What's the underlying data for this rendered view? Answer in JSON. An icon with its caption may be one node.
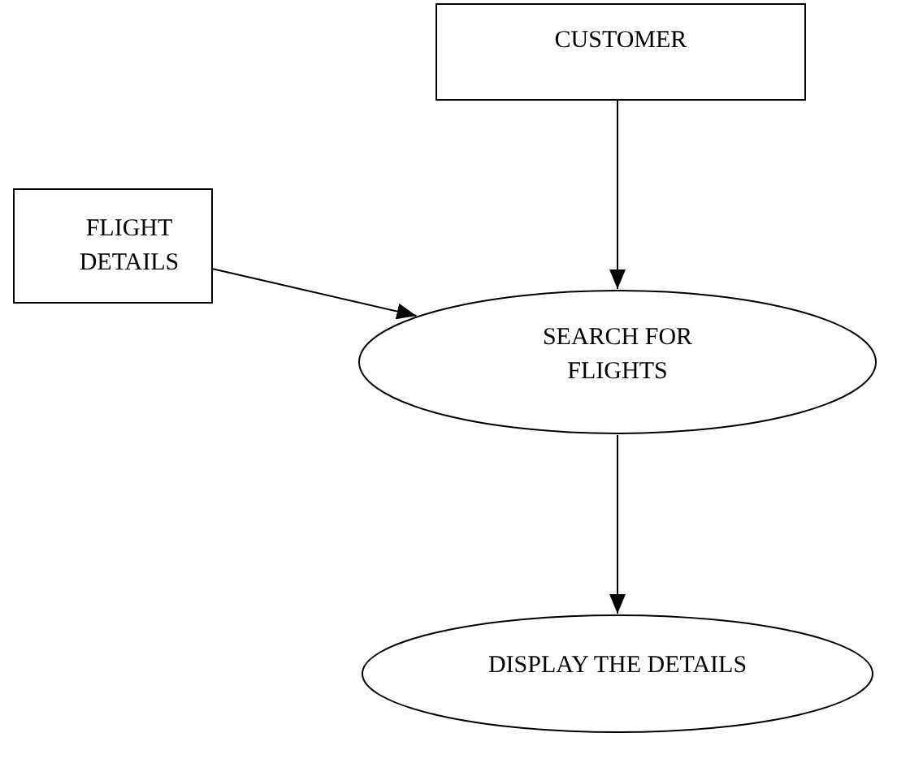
{
  "diagram": {
    "nodes": [
      {
        "text": [
          "CUSTOMER"
        ]
      },
      {
        "text": [
          "FLIGHT DETAILS"
        ]
      },
      {
        "text": [
          "SEARCH FOR FLIGHTS"
        ]
      },
      {
        "text": [
          "DISPLAY THE DETAILS"
        ]
      }
    ],
    "edges": [
      {
        "from": 0,
        "to": 2,
        "arrow": "to"
      },
      {
        "from": 1,
        "to": 2,
        "arrow": "to"
      },
      {
        "from": 2,
        "to": 3,
        "arrow": "to"
      }
    ]
  }
}
